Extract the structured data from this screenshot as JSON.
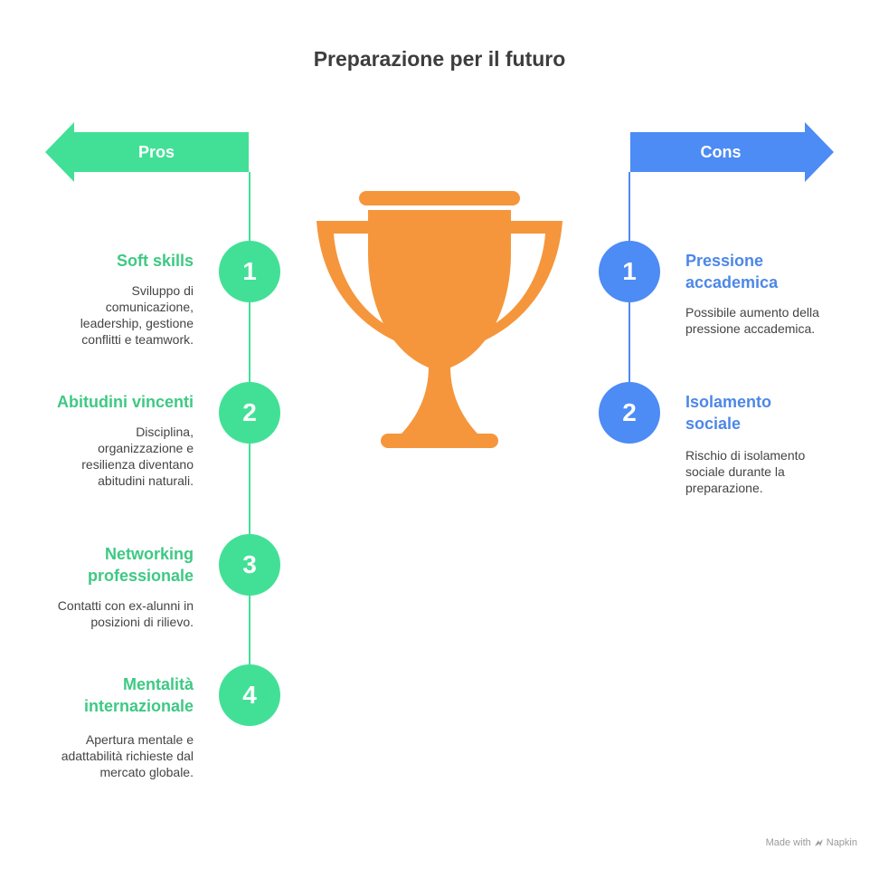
{
  "title": "Preparazione per il futuro",
  "pros": {
    "label": "Pros",
    "items": [
      {
        "number": "1",
        "title": "Soft skills",
        "desc": "Sviluppo di comunicazione, leadership, gestione conflitti e teamwork."
      },
      {
        "number": "2",
        "title": "Abitudini vincenti",
        "desc": "Disciplina, organizzazione e resilienza diventano abitudini naturali."
      },
      {
        "number": "3",
        "title": "Networking professionale",
        "desc": "Contatti con ex-alunni in posizioni di rilievo."
      },
      {
        "number": "4",
        "title": "Mentalità internazionale",
        "desc": "Apertura mentale e adattabilità richieste dal mercato globale."
      }
    ]
  },
  "cons": {
    "label": "Cons",
    "items": [
      {
        "number": "1",
        "title": "Pressione accademica",
        "desc": "Possibile aumento della pressione accademica."
      },
      {
        "number": "2",
        "title": "Isolamento sociale",
        "desc": "Rischio di isolamento sociale durante la preparazione."
      }
    ]
  },
  "footer": {
    "prefix": "Made with",
    "brand": "Napkin"
  },
  "colors": {
    "pros": "#42e096",
    "cons": "#4d8bf5",
    "trophy": "#f5963c"
  },
  "icons": {
    "trophy": "trophy-icon",
    "pros_arrow": "arrow-left-icon",
    "cons_arrow": "arrow-right-icon",
    "brand": "napkin-logo-icon"
  }
}
